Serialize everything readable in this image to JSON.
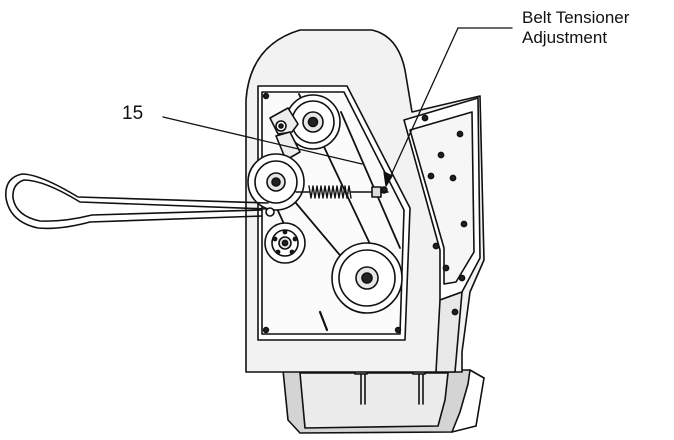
{
  "callouts": {
    "belt_tensioner_line1": "Belt Tensioner",
    "belt_tensioner_line2": "Adjustment",
    "part_number": "15"
  }
}
